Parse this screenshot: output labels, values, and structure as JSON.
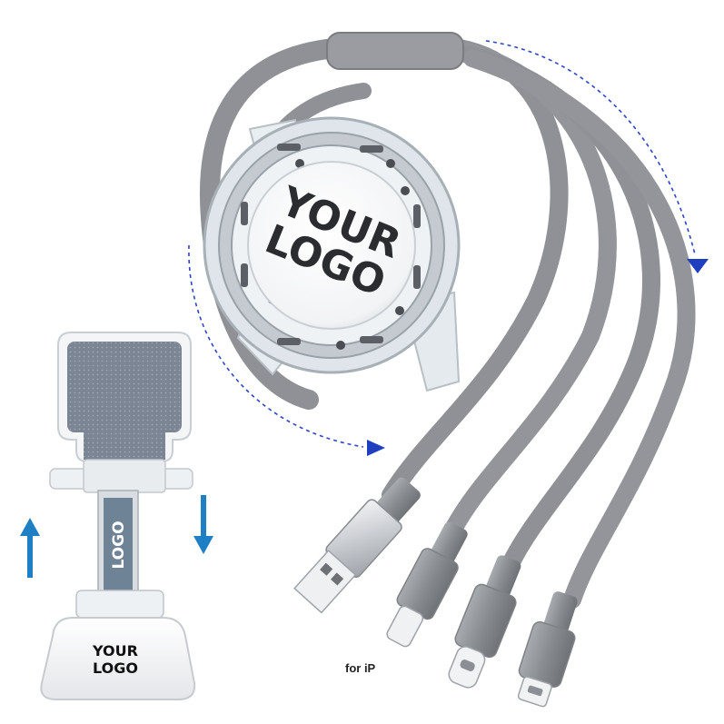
{
  "reel": {
    "logo_line1": "YOUR",
    "logo_line2": "LOGO"
  },
  "stand": {
    "stem_logo": "LOGO",
    "base_logo_line1": "YOUR",
    "base_logo_line2": "LOGO"
  },
  "connectors": {
    "lightning_caption": "for iP"
  },
  "colors": {
    "cable": "#8f9196",
    "cable_dark": "#6c6e73",
    "connector_shell": "#b9bcc1",
    "arrow_blue": "#1f3fbf",
    "stand_arrow_blue": "#1e7fc4",
    "stand_pad": "#7f8997"
  },
  "icons": [
    "rotate-arrow-icon",
    "up-arrow-icon",
    "down-arrow-icon"
  ]
}
